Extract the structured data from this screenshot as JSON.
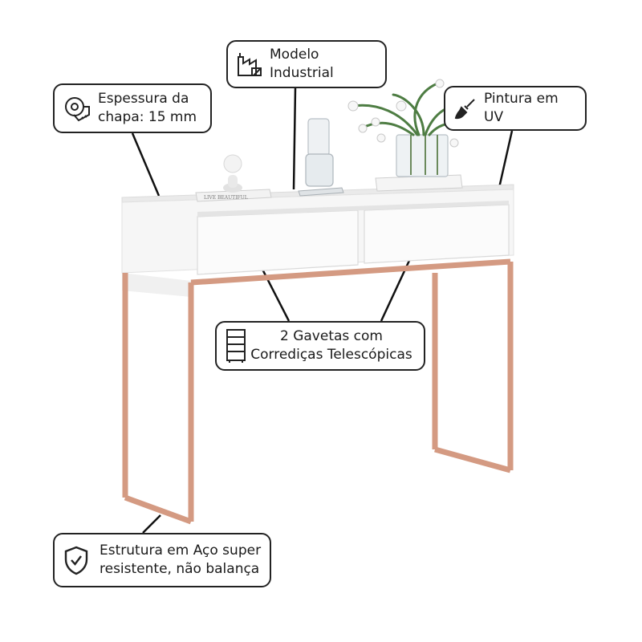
{
  "callouts": {
    "thickness": {
      "line1": "Espessura da",
      "line2": "chapa: 15 mm",
      "icon": "measuring-tape-icon"
    },
    "model": {
      "label": "Modelo Industrial",
      "icon": "industrial-building-icon"
    },
    "paint": {
      "label": "Pintura em UV",
      "icon": "paint-brush-icon"
    },
    "drawers": {
      "line1": "2 Gavetas com",
      "line2": "Corrediças Telescópicas",
      "icon": "drawer-cabinet-icon"
    },
    "structure": {
      "line1": "Estrutura em Aço super",
      "line2": "resistente, não balança",
      "icon": "shield-check-icon"
    }
  },
  "decor": {
    "book_text": "LIVE BEAUTIFUL"
  },
  "colors": {
    "frame": "#d49a82",
    "frame_shadow": "#c4876e",
    "tabletop": "#f4f4f4",
    "border": "#222222"
  }
}
